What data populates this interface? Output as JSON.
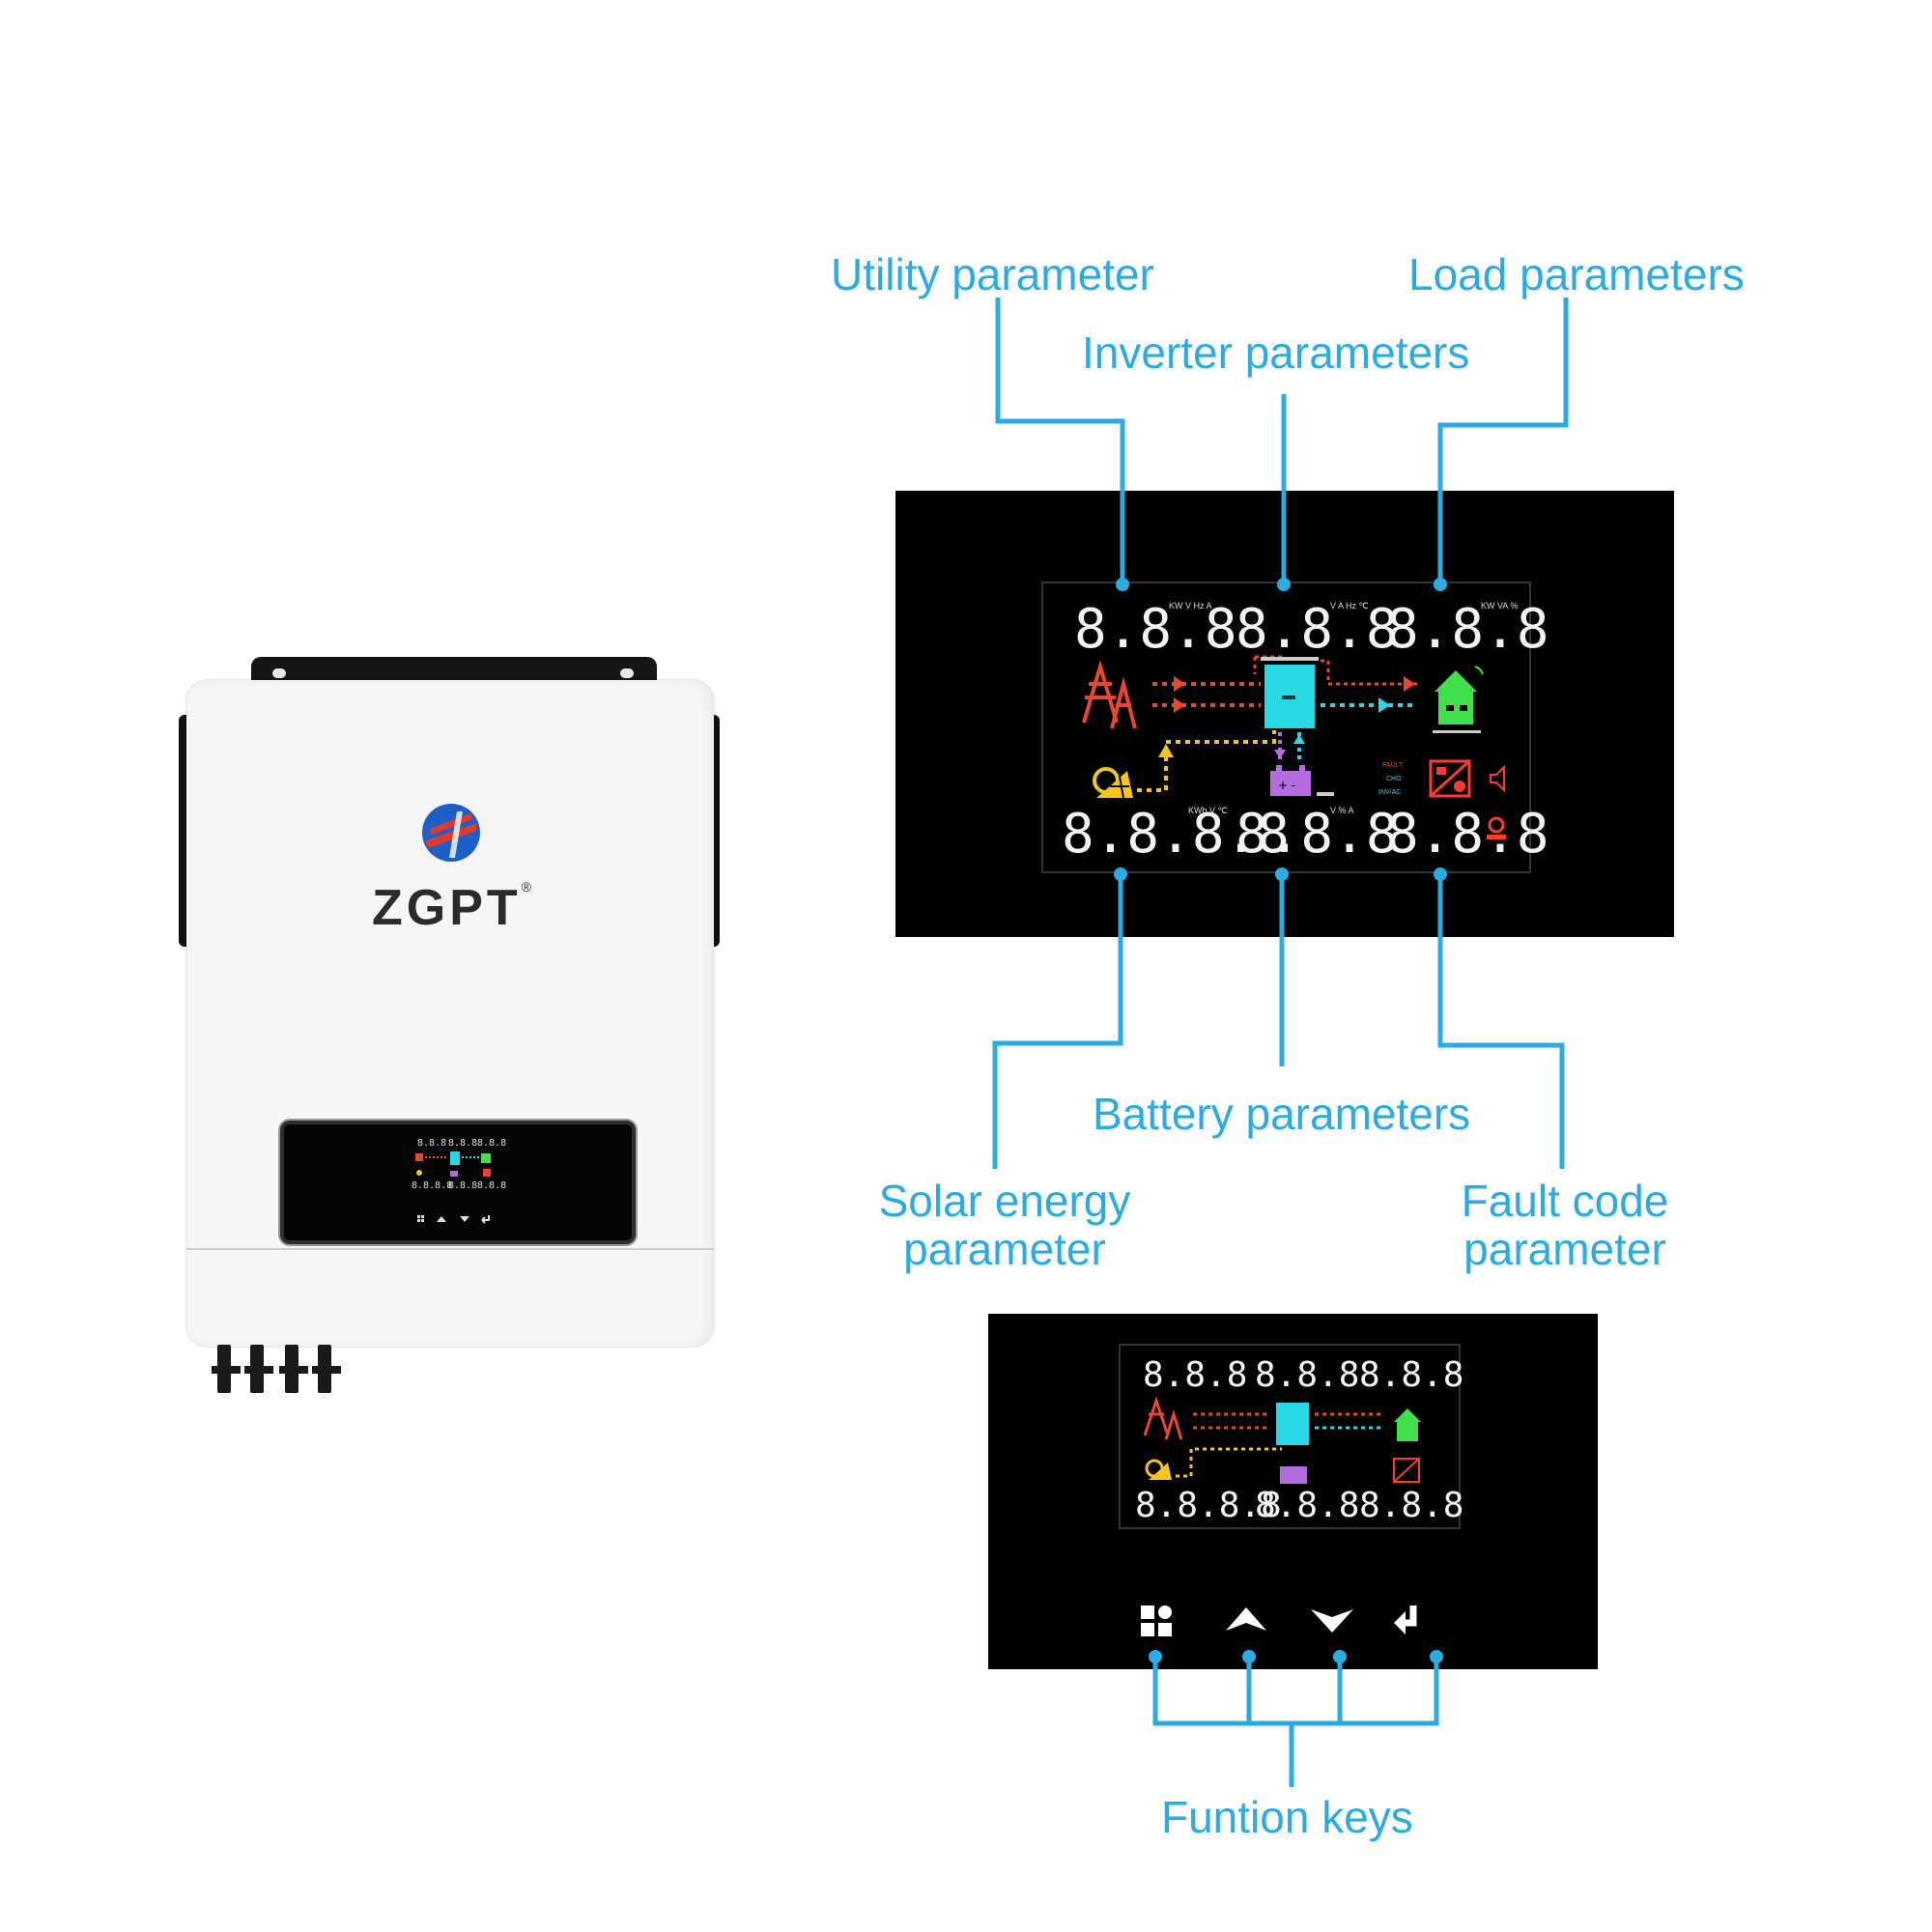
{
  "brand": {
    "name": "ZGPT",
    "registered": "®"
  },
  "callouts": {
    "utility": "Utility parameter",
    "load": "Load parameters",
    "inverter": "Inverter parameters",
    "battery": "Battery parameters",
    "solar_line1": "Solar energy",
    "solar_line2": "parameter",
    "fault_line1": "Fault code",
    "fault_line2": "parameter",
    "function_keys": "Funtion keys"
  },
  "lcd": {
    "utility_value": "8.8.8",
    "utility_units": "KW V Hz A",
    "inverter_value": "8.8.8",
    "inverter_units": "V A Hz ℃",
    "load_value": "8.8.8",
    "load_units": "KW VA %",
    "solar_value": "8.8.8.8",
    "solar_units": "KWh V ℃",
    "battery_value": "8.8.8",
    "battery_units": "V % A",
    "fault_value": "8.8.8",
    "fault_labels": [
      "FAULT",
      "CHG",
      "INV/AC"
    ]
  },
  "keys": [
    "menu-key",
    "up-key",
    "down-key",
    "enter-key"
  ],
  "colors": {
    "callout": "#2aace2",
    "grid": "#e8472e",
    "inverter": "#27d8e6",
    "home": "#3fe04a",
    "battery": "#b46be0",
    "solar": "#f3c51e",
    "fault": "#ff3b30"
  }
}
